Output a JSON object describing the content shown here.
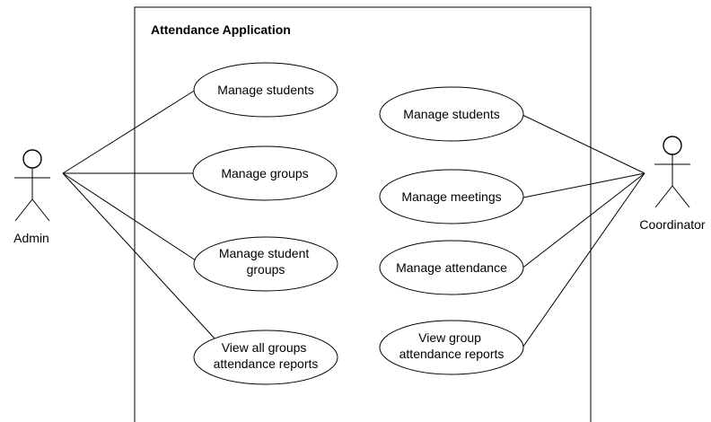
{
  "system": {
    "title": "Attendance Application"
  },
  "actors": {
    "admin": {
      "label": "Admin"
    },
    "coordinator": {
      "label": "Coordinator"
    }
  },
  "use_cases": {
    "admin_manage_students": [
      "Manage students"
    ],
    "admin_manage_groups": [
      "Manage groups"
    ],
    "admin_manage_student_groups": [
      "Manage student",
      "groups"
    ],
    "admin_view_all_groups_reports": [
      "View all groups",
      "attendance reports"
    ],
    "coord_manage_students": [
      "Manage students"
    ],
    "coord_manage_meetings": [
      "Manage meetings"
    ],
    "coord_manage_attendance": [
      "Manage attendance"
    ],
    "coord_view_group_reports": [
      "View group",
      "attendance reports"
    ]
  },
  "colors": {
    "stroke": "#000000",
    "fill": "#ffffff",
    "text": "#000000"
  }
}
